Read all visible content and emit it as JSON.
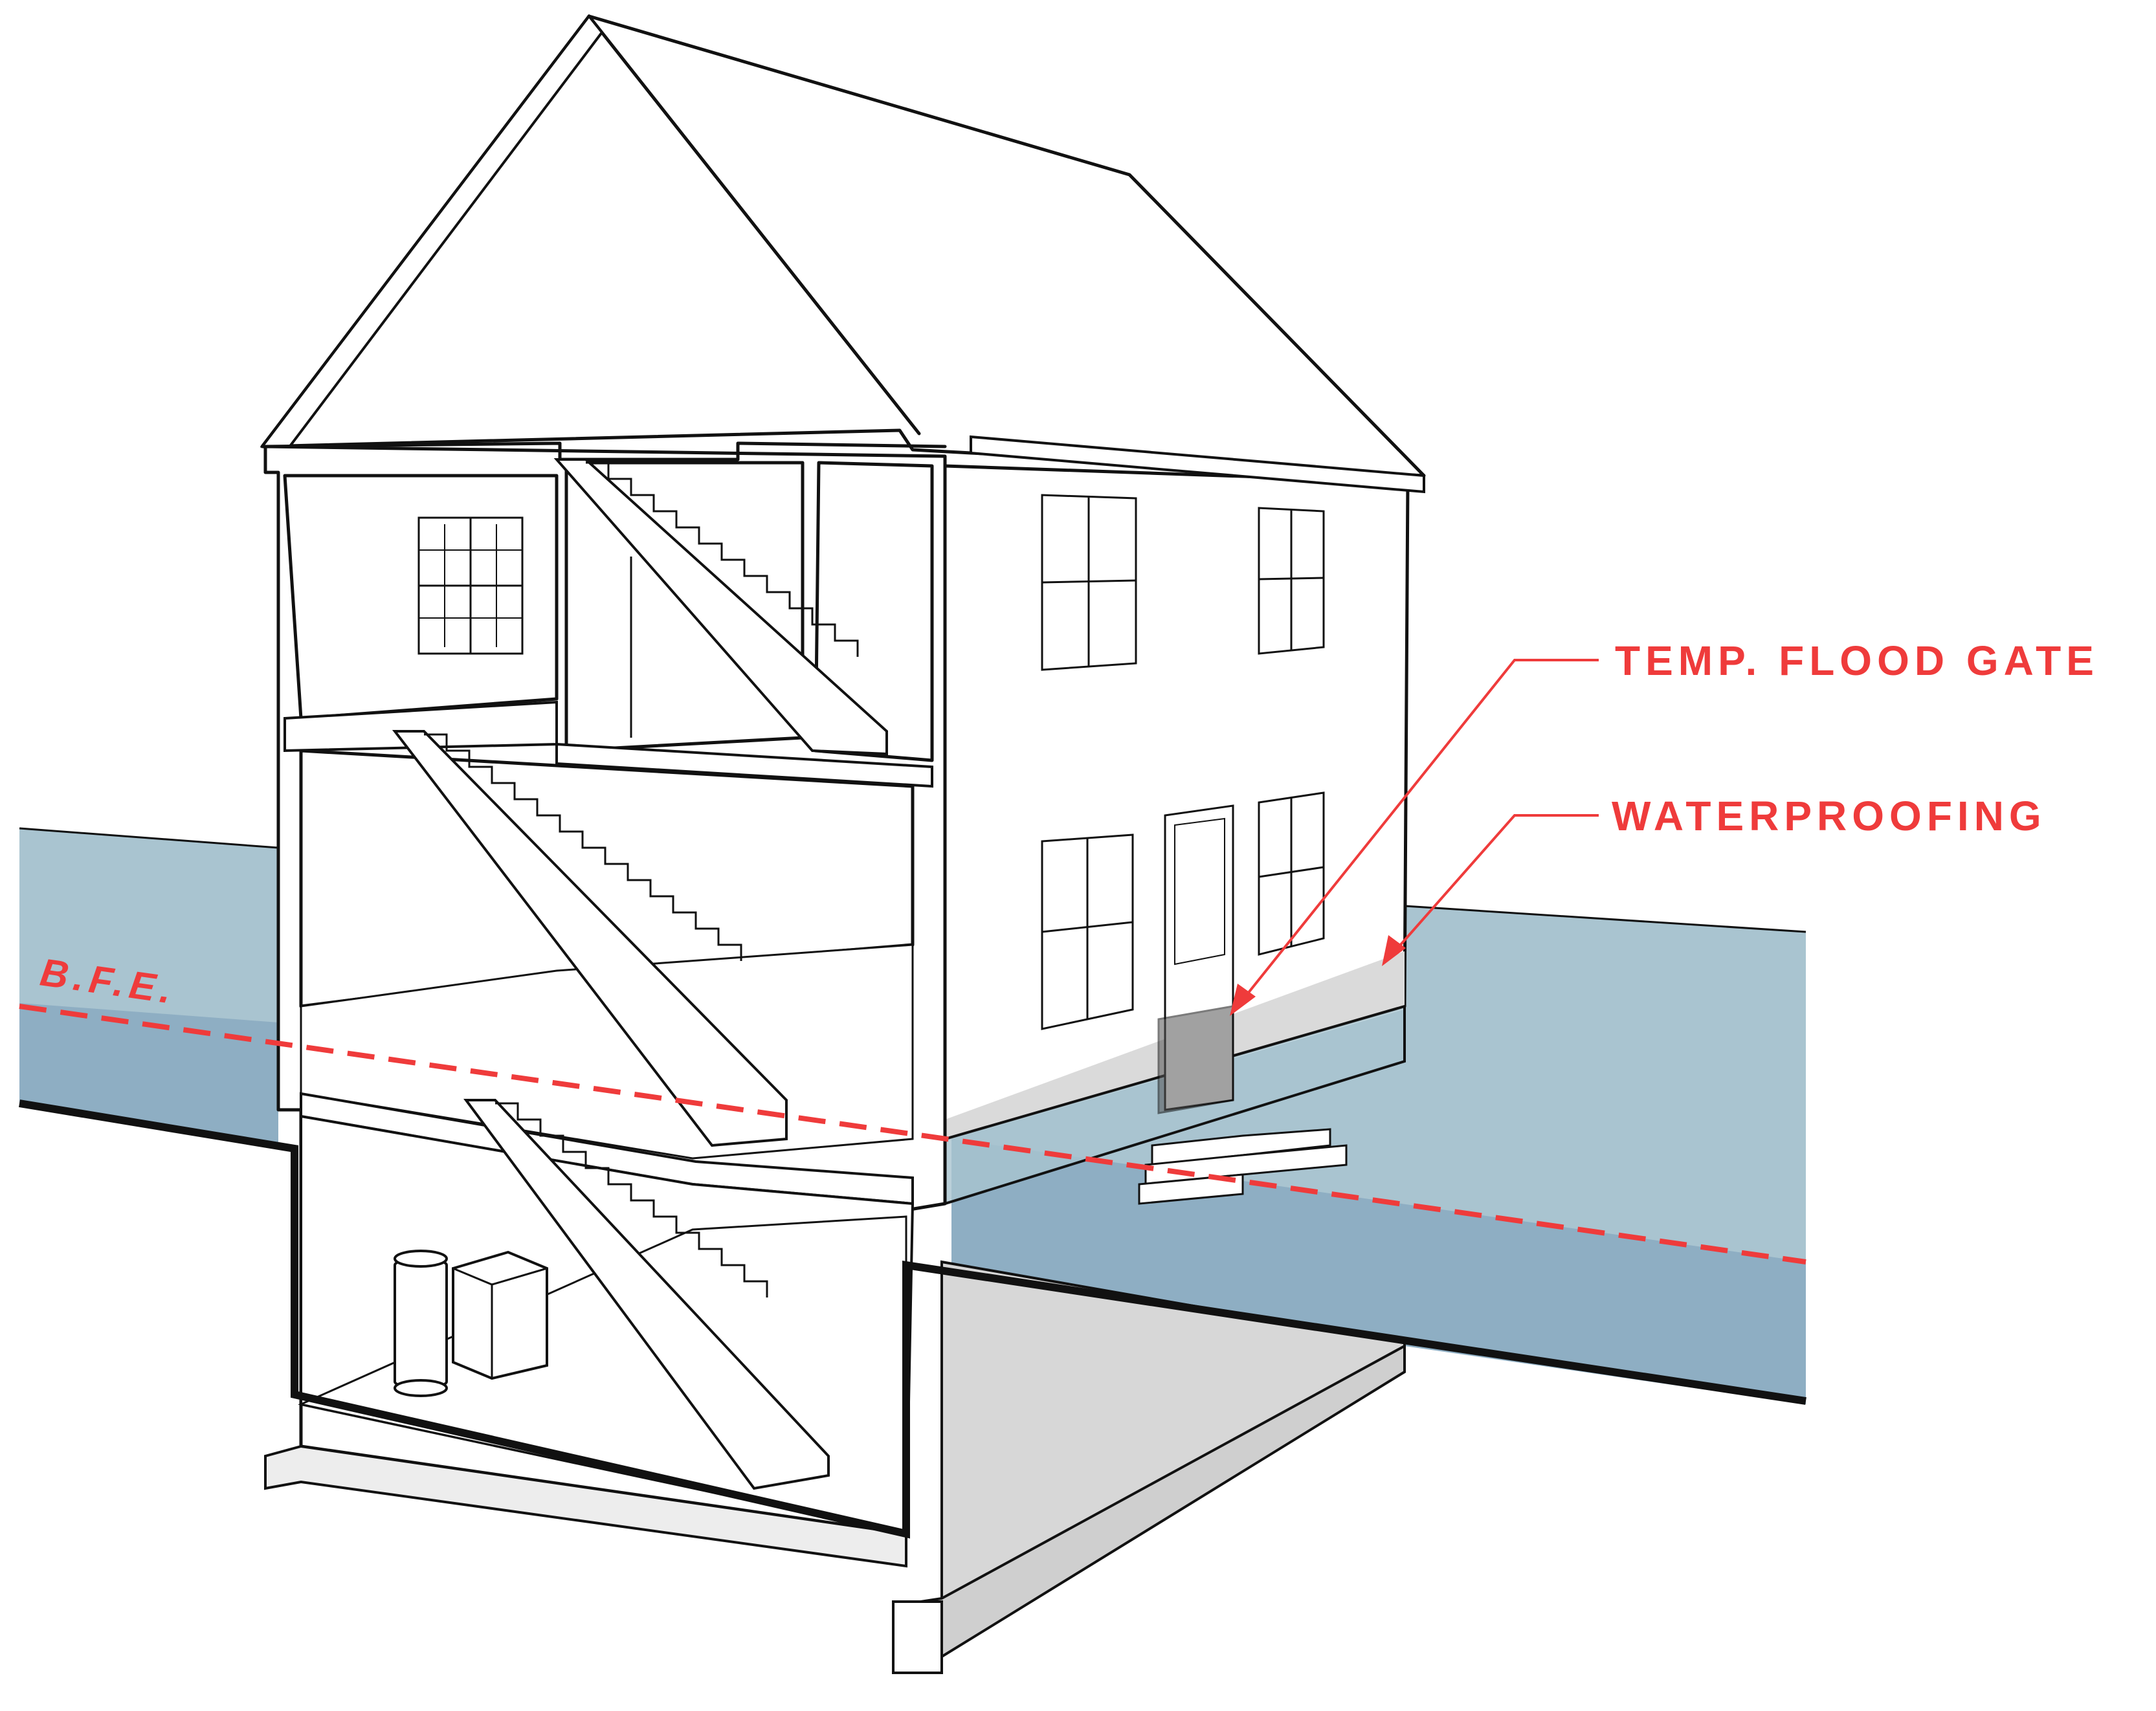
{
  "labels": {
    "flood_gate": "TEMP. FLOOD GATE",
    "waterproofing": "WATERPROOFING",
    "bfe": "B.F.E."
  },
  "colors": {
    "annotation": "#ef3b3b",
    "flood_water_light": "#a9c4d0",
    "flood_water_dark": "#8eaec3",
    "ground_gray": "#d7d7d7",
    "waterproof_band": "#dadada",
    "outline": "#111111"
  },
  "icons": {
    "water_heater": "water-heater-icon",
    "furnace": "furnace-icon"
  }
}
